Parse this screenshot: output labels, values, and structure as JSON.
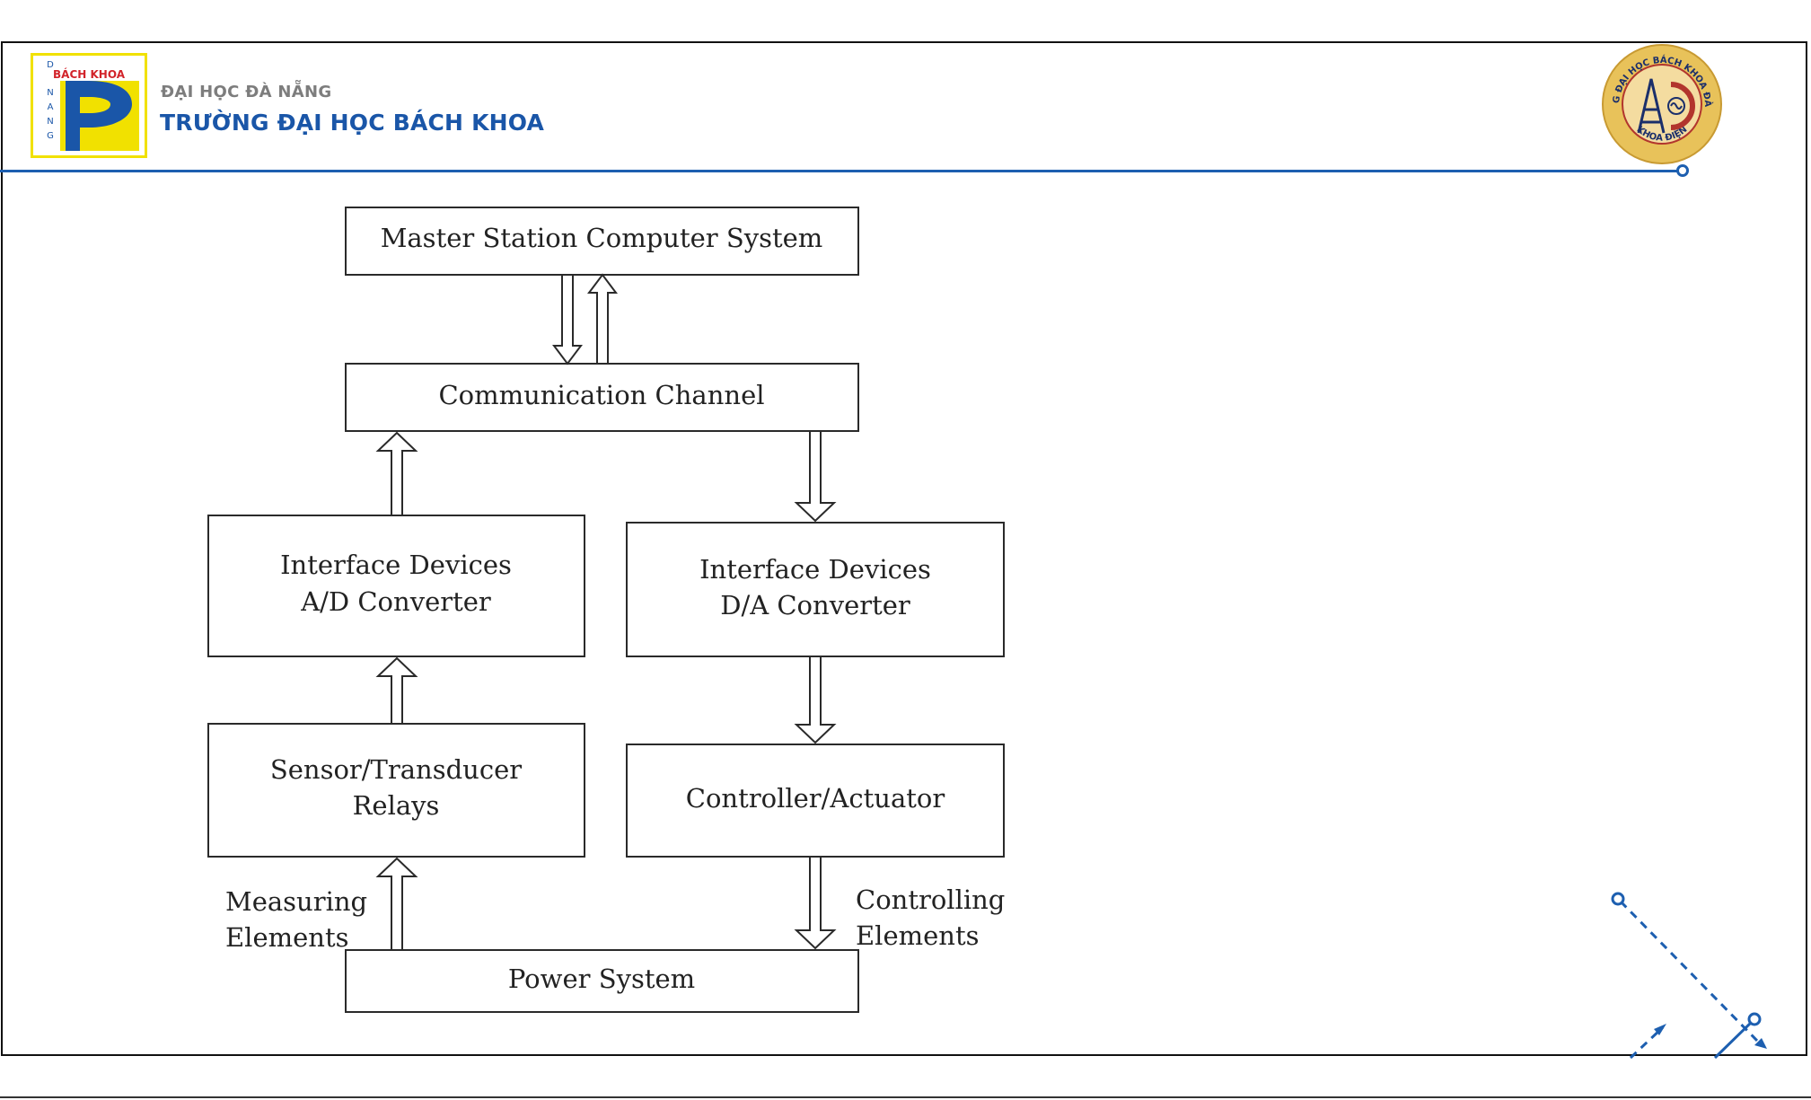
{
  "header": {
    "logo_letters": {
      "top": "BÁCH KHOA",
      "side": [
        "D",
        "N",
        "A",
        "N",
        "G"
      ]
    },
    "university_line1": "ĐẠI HỌC ĐÀ NẴNG",
    "university_line2": "TRƯỜNG ĐẠI HỌC BÁCH KHOA",
    "seal": {
      "top_text": "TRƯỜNG ĐẠI HỌC BÁCH KHOA ĐÀ NẴNG",
      "bottom_text": "KHOA ĐIỆN"
    }
  },
  "colors": {
    "brand_blue": "#1d5fb0",
    "logo_yellow": "#f1e100",
    "logo_blue": "#1a56a8",
    "logo_red": "#d2232a",
    "seal_gold": "#e8c25a",
    "seal_red": "#b2352d",
    "diagram_stroke": "#2a2a2a"
  },
  "diagram": {
    "boxes": {
      "master": "Master Station Computer System",
      "comm": "Communication Channel",
      "ad_line1": "Interface Devices",
      "ad_line2": "A/D Converter",
      "da_line1": "Interface Devices",
      "da_line2": "D/A Converter",
      "sensor_line1": "Sensor/Transducer",
      "sensor_line2": "Relays",
      "controller": "Controller/Actuator",
      "power": "Power System"
    },
    "labels": {
      "measuring_line1": "Measuring",
      "measuring_line2": "Elements",
      "controlling_line1": "Controlling",
      "controlling_line2": "Elements"
    },
    "arrows": [
      {
        "from": "master",
        "to": "comm",
        "direction": "down"
      },
      {
        "from": "comm",
        "to": "master",
        "direction": "up"
      },
      {
        "from": "ad",
        "to": "comm",
        "direction": "up"
      },
      {
        "from": "comm",
        "to": "da",
        "direction": "down"
      },
      {
        "from": "sensor",
        "to": "ad",
        "direction": "up"
      },
      {
        "from": "da",
        "to": "controller",
        "direction": "down"
      },
      {
        "from": "power",
        "to": "sensor",
        "direction": "up"
      },
      {
        "from": "controller",
        "to": "power",
        "direction": "down"
      }
    ]
  }
}
